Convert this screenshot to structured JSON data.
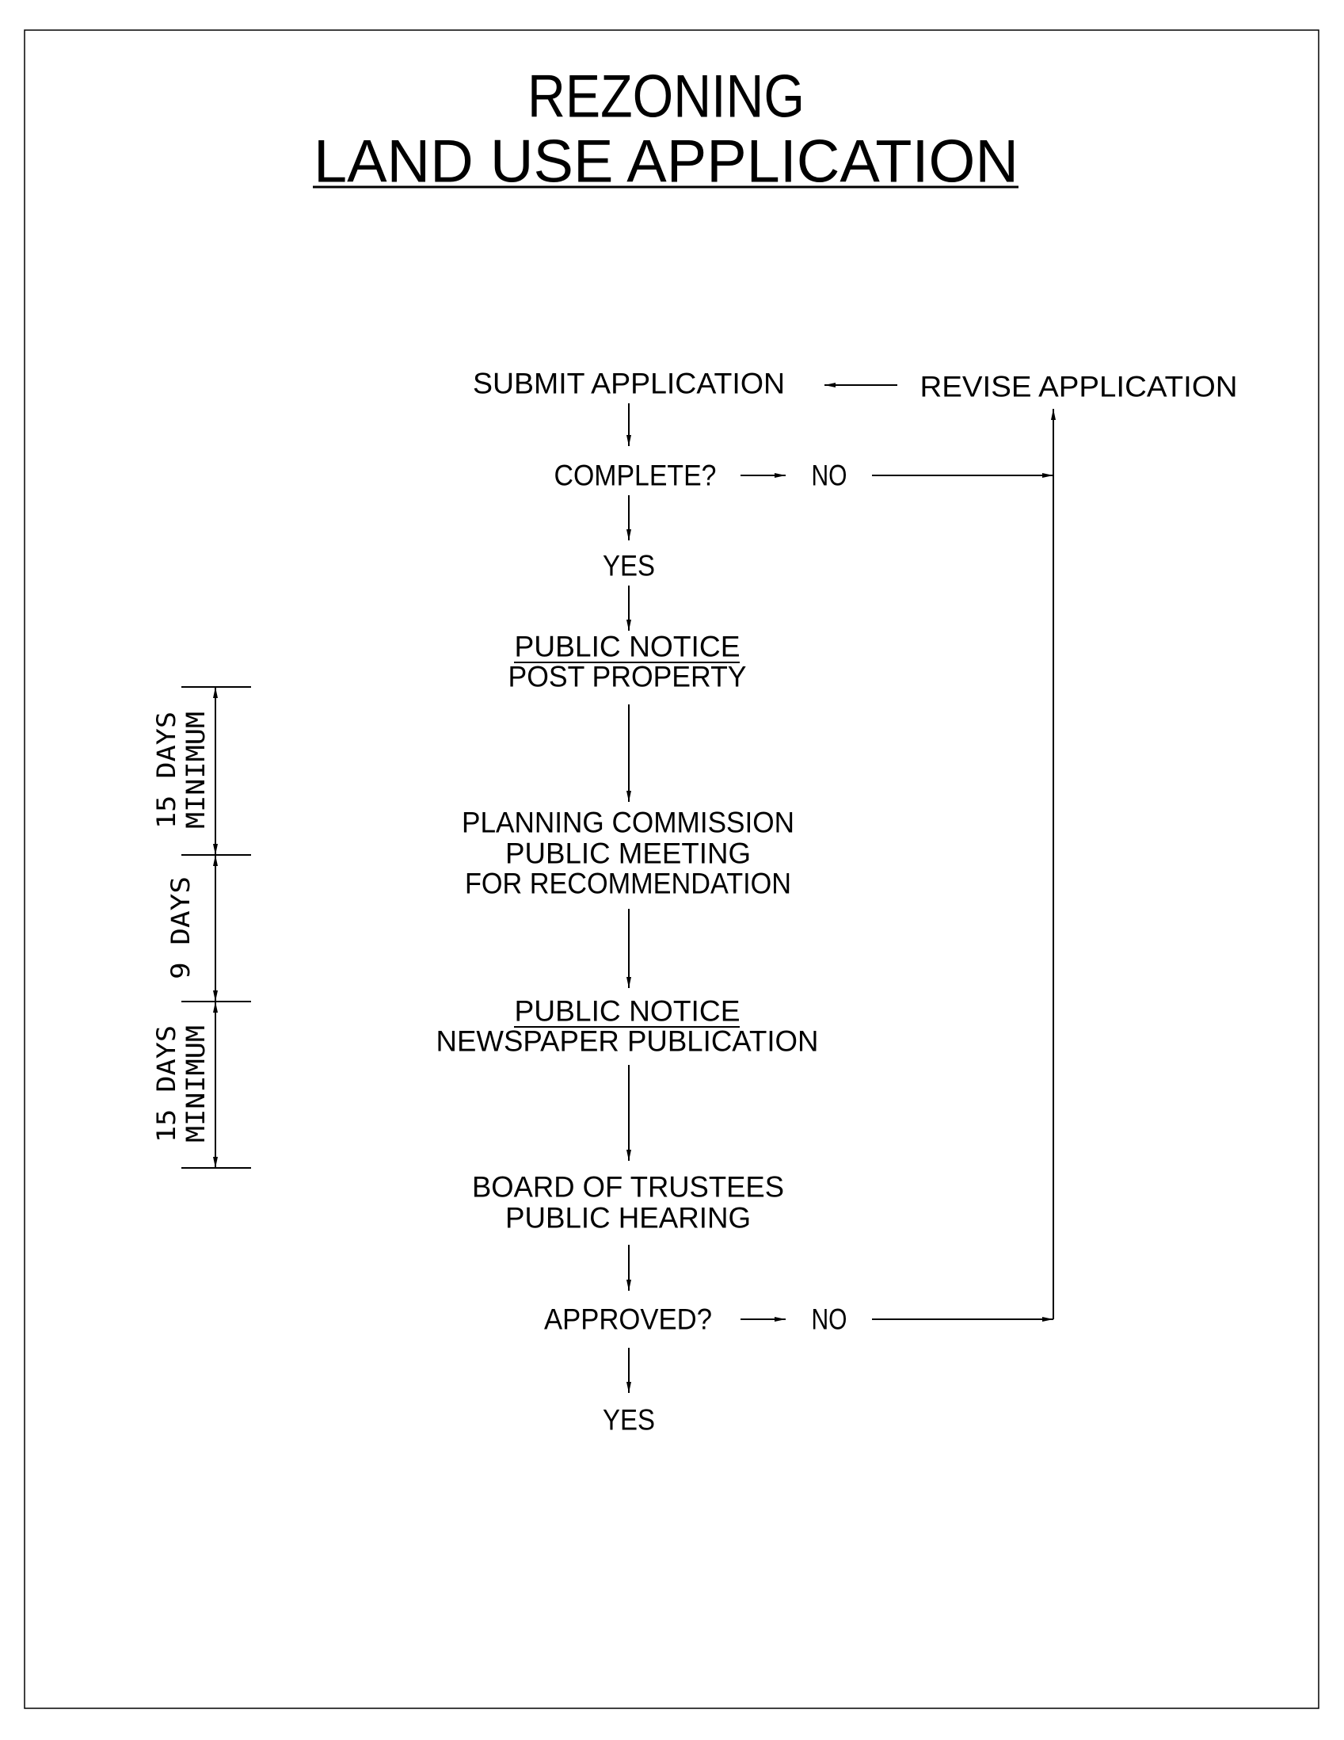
{
  "title": {
    "line1": "REZONING",
    "line2": "LAND USE APPLICATION"
  },
  "flow": {
    "submit": "SUBMIT APPLICATION",
    "revise": "REVISE APPLICATION",
    "complete_q": "COMPLETE?",
    "no1": "NO",
    "yes1": "YES",
    "notice1_head": "PUBLIC NOTICE",
    "notice1_body": "POST PROPERTY",
    "pc_line1": "PLANNING COMMISSION",
    "pc_line2": "PUBLIC MEETING",
    "pc_line3": "FOR RECOMMENDATION",
    "notice2_head": "PUBLIC NOTICE",
    "notice2_body": "NEWSPAPER PUBLICATION",
    "bot_line1": "BOARD OF TRUSTEES",
    "bot_line2": "PUBLIC HEARING",
    "approved_q": "APPROVED?",
    "no2": "NO",
    "yes2": "YES"
  },
  "timeline": {
    "seg1_a": "15 DAYS",
    "seg1_b": "MINIMUM",
    "seg2": "9 DAYS",
    "seg3_a": "15 DAYS",
    "seg3_b": "MINIMUM"
  }
}
